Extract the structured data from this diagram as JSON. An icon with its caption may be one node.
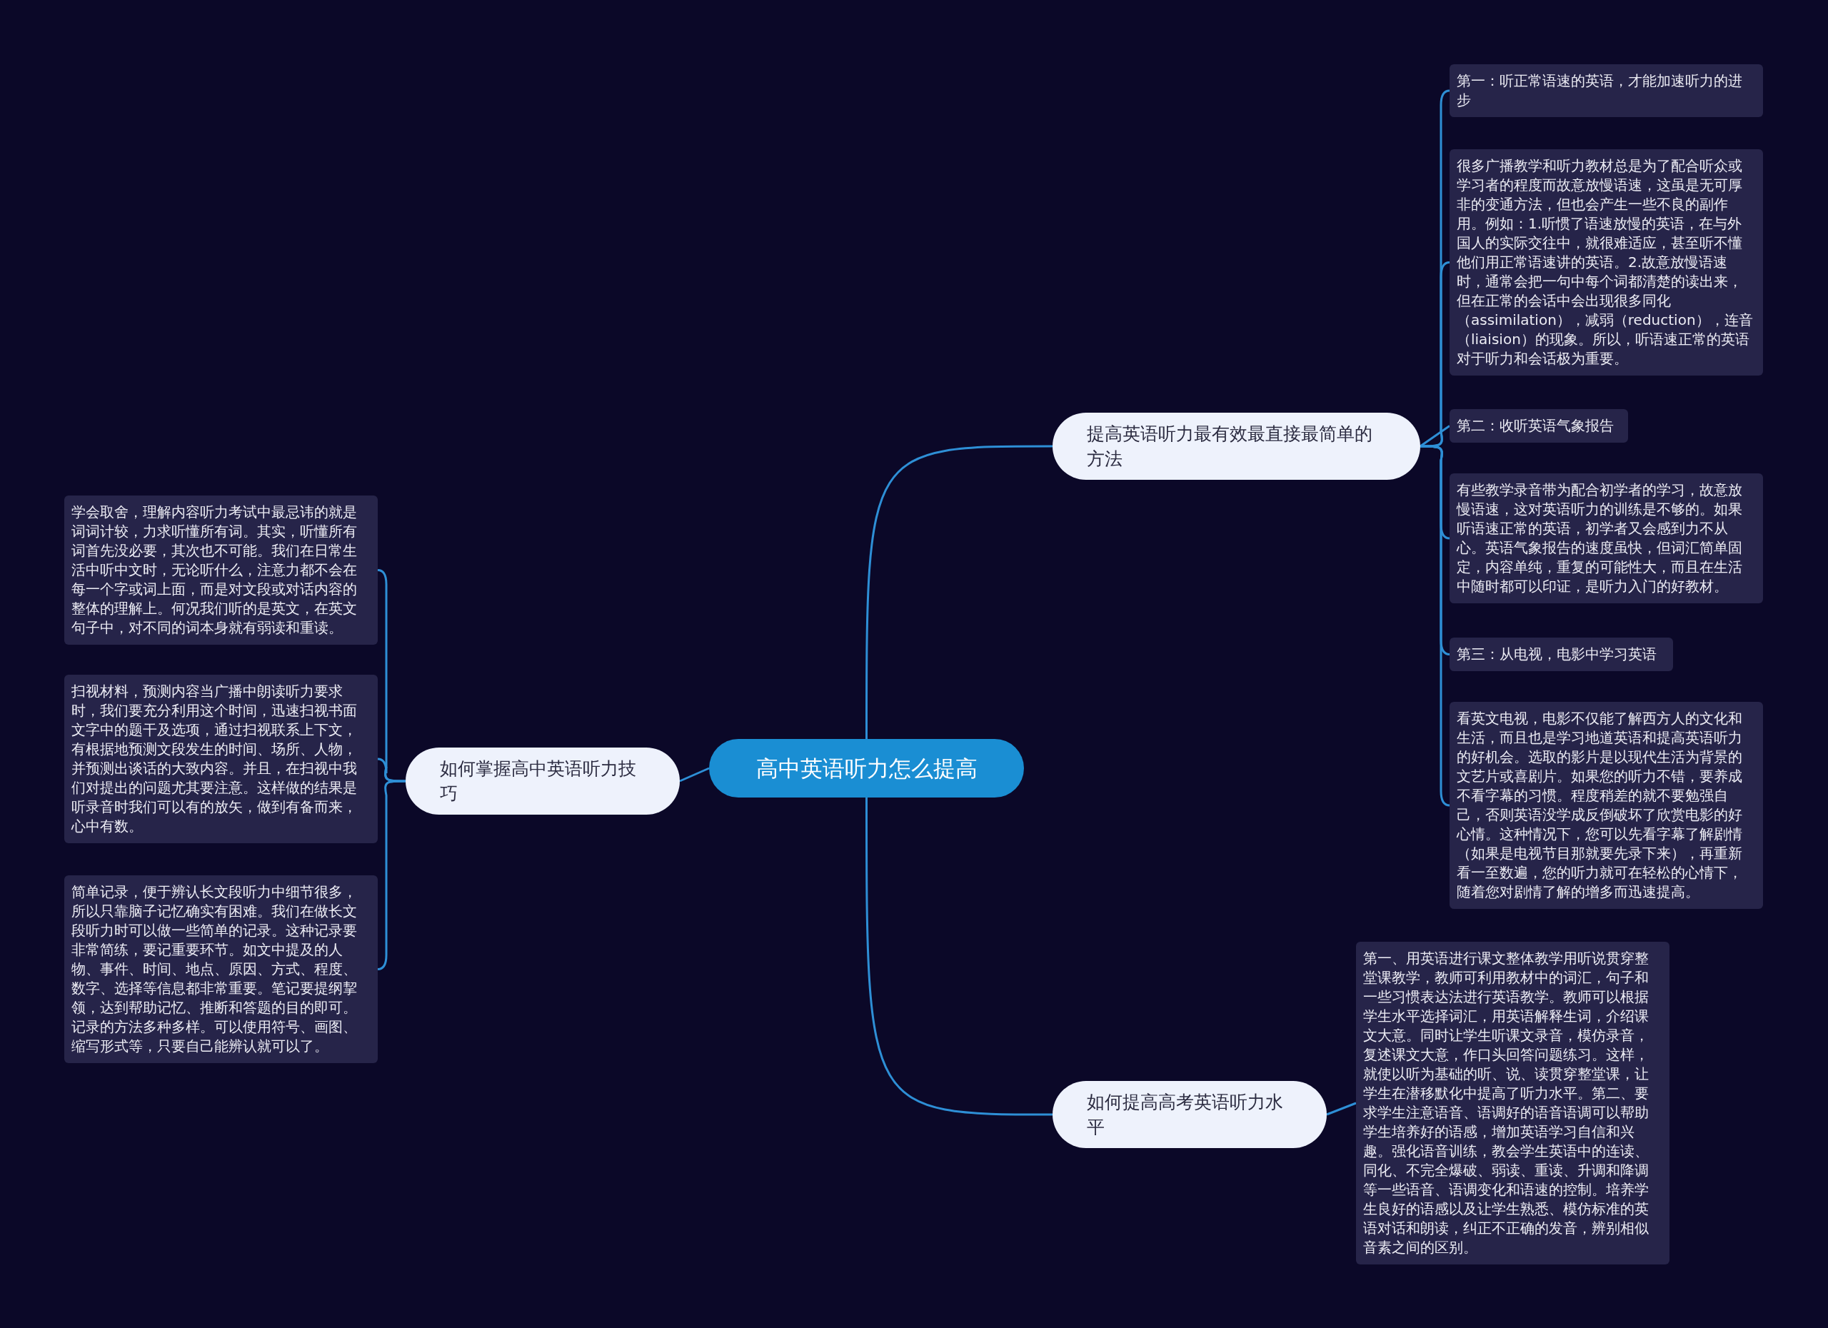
{
  "diagram": {
    "nodes": [
      {
        "text": [
          "高中英语听力怎么提高"
        ]
      },
      {
        "text": [
          "提高英语听力最有效最直接最简单的方法"
        ]
      },
      {
        "text": [
          "第一：听正常语速的英语，才能加速听力的进步"
        ]
      },
      {
        "text": [
          "很多广播教学和听力教材总是为了配合听众或学习者的程度而故意放慢语速，这虽是无可厚非的变通方法，但也会产生一些不良的副作用。例如：1.听惯了语速放慢的英语，在与外国人的实际交往中，就很难适应，甚至听不懂他们用正常语速讲的英语。2.故意放慢语速时，通常会把一句中每个词都清楚的读出来，但在正常的会话中会出现很多同化（assimilation），减弱（reduction），连音（liaision）的现象。所以，听语速正常的英语对于听力和会话极为重要。"
        ]
      },
      {
        "text": [
          "第二：收听英语气象报告"
        ]
      },
      {
        "text": [
          "有些教学录音带为配合初学者的学习，故意放慢语速，这对英语听力的训练是不够的。如果听语速正常的英语，初学者又会感到力不从心。英语气象报告的速度虽快，但词汇简单固定，内容单纯，重复的可能性大，而且在生活中随时都可以印证，是听力入门的好教材。"
        ]
      },
      {
        "text": [
          "第三：从电视，电影中学习英语"
        ]
      },
      {
        "text": [
          "看英文电视，电影不仅能了解西方人的文化和生活，而且也是学习地道英语和提高英语听力的好机会。选取的影片是以现代生活为背景的文艺片或喜剧片。如果您的听力不错，要养成不看字幕的习惯。程度稍差的就不要勉强自己，否则英语没学成反倒破坏了欣赏电影的好心情。这种情况下，您可以先看字幕了解剧情（如果是电视节目那就要先录下来），再重新看一至数遍，您的听力就可在轻松的心情下，随着您对剧情了解的增多而迅速提高。"
        ]
      },
      {
        "text": [
          "如何提高高考英语听力水平"
        ]
      },
      {
        "text": [
          "第一、用英语进行课文整体教学用听说贯穿整堂课教学，教师可利用教材中的词汇，句子和一些习惯表达法进行英语教学。教师可以根据学生水平选择词汇，用英语解释生词，介绍课文大意。同时让学生听课文录音，模仿录音，复述课文大意，作口头回答问题练习。这样，就使以听为基础的听、说、读贯穿整堂课，让学生在潜移默化中提高了听力水平。第二、要求学生注意语音、语调好的语音语调可以帮助学生培养好的语感，增加英语学习自信和兴趣。强化语音训练，教会学生英语中的连读、同化、不完全爆破、弱读、重读、升调和降调等一些语音、语调变化和语速的控制。培养学生良好的语感以及让学生熟悉、模仿标准的英语对话和朗读，纠正不正确的发音，辨别相似音素之间的区别。"
        ]
      },
      {
        "text": [
          "如何掌握高中英语听力技巧"
        ]
      },
      {
        "text": [
          "学会取舍，理解内容听力考试中最忌讳的就是词词计较，力求听懂所有词。其实，听懂所有词首先没必要，其次也不可能。我们在日常生活中听中文时，无论听什么，注意力都不会在每一个字或词上面，而是对文段或对话内容的整体的理解上。何况我们听的是英文，在英文句子中，对不同的词本身就有弱读和重读。"
        ]
      },
      {
        "text": [
          "扫视材料，预测内容当广播中朗读听力要求时，我们要充分利用这个时间，迅速扫视书面文字中的题干及选项，通过扫视联系上下文，有根据地预测文段发生的时间、场所、人物，并预测出谈话的大致内容。并且，在扫视中我们对提出的问题尤其要注意。这样做的结果是听录音时我们可以有的放矢，做到有备而来，心中有数。"
        ]
      },
      {
        "text": [
          "简单记录，便于辨认长文段听力中细节很多，所以只靠脑子记忆确实有困难。我们在做长文段听力时可以做一些简单的记录。这种记录要非常简练，要记重要环节。如文中提及的人物、事件、时间、地点、原因、方式、程度、数字、选择等信息都非常重要。笔记要提纲挈领，达到帮助记忆、推断和答题的目的即可。记录的方法多种多样。可以使用符号、画图、缩写形式等，只要自己能辨认就可以了。"
        ]
      }
    ],
    "edges": [
      {
        "from": 0,
        "to": 1,
        "arrow": "none"
      },
      {
        "from": 1,
        "to": 2,
        "arrow": "none"
      },
      {
        "from": 1,
        "to": 3,
        "arrow": "none"
      },
      {
        "from": 1,
        "to": 4,
        "arrow": "none"
      },
      {
        "from": 1,
        "to": 5,
        "arrow": "none"
      },
      {
        "from": 1,
        "to": 6,
        "arrow": "none"
      },
      {
        "from": 1,
        "to": 7,
        "arrow": "none"
      },
      {
        "from": 0,
        "to": 8,
        "arrow": "none"
      },
      {
        "from": 8,
        "to": 9,
        "arrow": "none"
      },
      {
        "from": 0,
        "to": 10,
        "arrow": "none"
      },
      {
        "from": 10,
        "to": 11,
        "arrow": "none"
      },
      {
        "from": 10,
        "to": 12,
        "arrow": "none"
      },
      {
        "from": 10,
        "to": 13,
        "arrow": "none"
      }
    ]
  }
}
